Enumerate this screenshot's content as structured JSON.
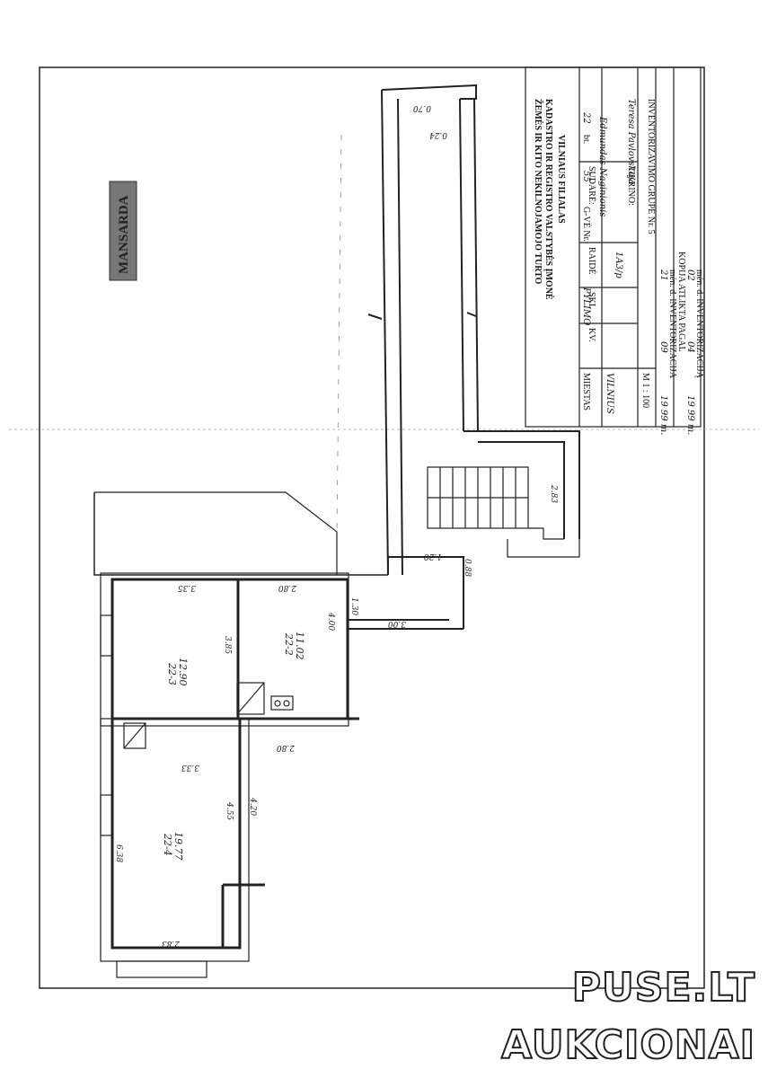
{
  "stamp": {
    "text": "MANSARDA"
  },
  "title_block": {
    "org_line1": "ŽEMĖS IR KITO NEKILNOJAMOJO TURTO",
    "org_line2": "KADASTRO IR REGISTRO VALSTYBĖS ĮMONĖ",
    "org_line3": "VILNIAUS FILIALAS",
    "city_label": "MIESTAS",
    "city_value": "VILNIUS",
    "street_value": "PYLIMO",
    "house_label": "G-VĖ Nr.",
    "house_value": "55",
    "flat_label": "bt.",
    "flat_value": "22",
    "kv_label": "KV.",
    "skl_label": "SKL",
    "raide_label": "RAIDĖ",
    "raide_value": "1A3/p",
    "sudare_label": "SUDARĖ:",
    "sudare_value": "Edmundas Naginionis",
    "tikrino_label": "TIKRINO:",
    "tikrino_value": "Teresa Pavlovskaja",
    "scale": "M 1 : 100",
    "inventorization_group": "INVENTORIZAVIMO GRUPĖ Nr. 5",
    "date1_year": "19 99 m.",
    "date1_month": "09",
    "date1_day": "21",
    "date1_suffix": "mėn.  d.  INVENTORIZACIJA",
    "copy_note": "KOPIJA ATLIKTA PAGAL",
    "date2_year": "19 99 m.",
    "date2_month": "04",
    "date2_day": "02",
    "date2_suffix": "mėn.  d.  INVENTORIZACIJĄ"
  },
  "rooms": [
    {
      "id": "22-3",
      "area": "12.90"
    },
    {
      "id": "22-2",
      "area": "11.02"
    },
    {
      "id": "22-4",
      "area": "19.77"
    }
  ],
  "dimensions": {
    "d_024": "0.24",
    "d_070": "0.70",
    "d_283": "2.83",
    "d_120": "1.20",
    "d_088": "0.88",
    "d_335": "3.35",
    "d_280a": "2.80",
    "d_130": "1.30",
    "d_400": "4.00",
    "d_300": "3.00",
    "d_385": "3.85",
    "d_280b": "2.80",
    "d_333": "3.33",
    "d_455": "4.55",
    "d_420": "4.20",
    "d_638": "6.38",
    "d_283b": "2.83"
  },
  "watermark": {
    "line1": "PUSE.LT",
    "line2": "AUKCIONAI"
  }
}
